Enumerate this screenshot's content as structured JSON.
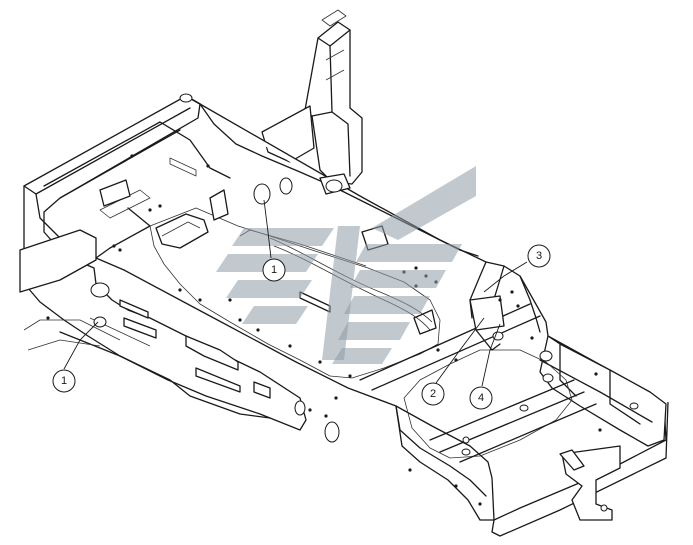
{
  "callouts": [
    {
      "id": "c1a",
      "label": "1"
    },
    {
      "id": "c1b",
      "label": "1"
    },
    {
      "id": "c2",
      "label": "2"
    },
    {
      "id": "c3",
      "label": "3"
    },
    {
      "id": "c4",
      "label": "4"
    }
  ],
  "watermark": {
    "icon": "watermark-logo-icon",
    "color": "#8e9aa6"
  }
}
